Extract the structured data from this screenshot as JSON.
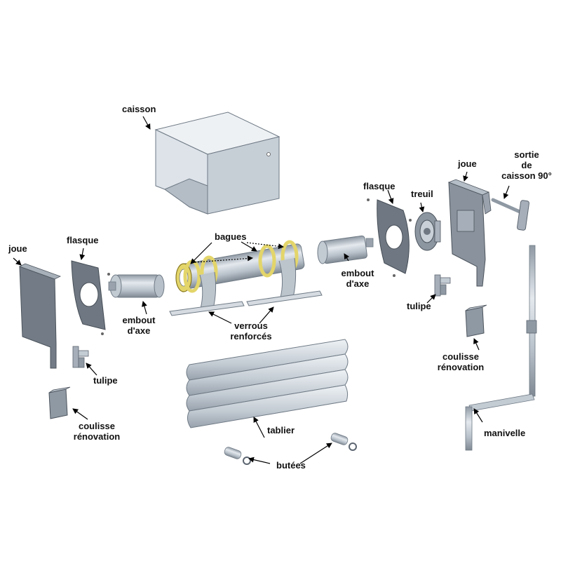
{
  "labels": {
    "caisson": "caisson",
    "joue_left": "joue",
    "flasque_left": "flasque",
    "bagues": "bagues",
    "embout_left_1": "embout",
    "embout_left_2": "d'axe",
    "verrous_1": "verrous",
    "verrous_2": "renforcés",
    "tulipe_left": "tulipe",
    "coulisse_left_1": "coulisse",
    "coulisse_left_2": "rénovation",
    "tablier": "tablier",
    "butees": "butées",
    "flasque_right": "flasque",
    "treuil": "treuil",
    "joue_right": "joue",
    "sortie_1": "sortie",
    "sortie_2": "de",
    "sortie_3": "caisson 90°",
    "embout_right_1": "embout",
    "embout_right_2": "d'axe",
    "tulipe_right": "tulipe",
    "coulisse_right_1": "coulisse",
    "coulisse_right_2": "rénovation",
    "manivelle": "manivelle"
  },
  "colors": {
    "metal_light": "#cfd6de",
    "metal_mid": "#aab3bd",
    "metal_dark": "#7d8792",
    "ring_yellow": "#e8dc6a",
    "arrow": "#000000"
  }
}
